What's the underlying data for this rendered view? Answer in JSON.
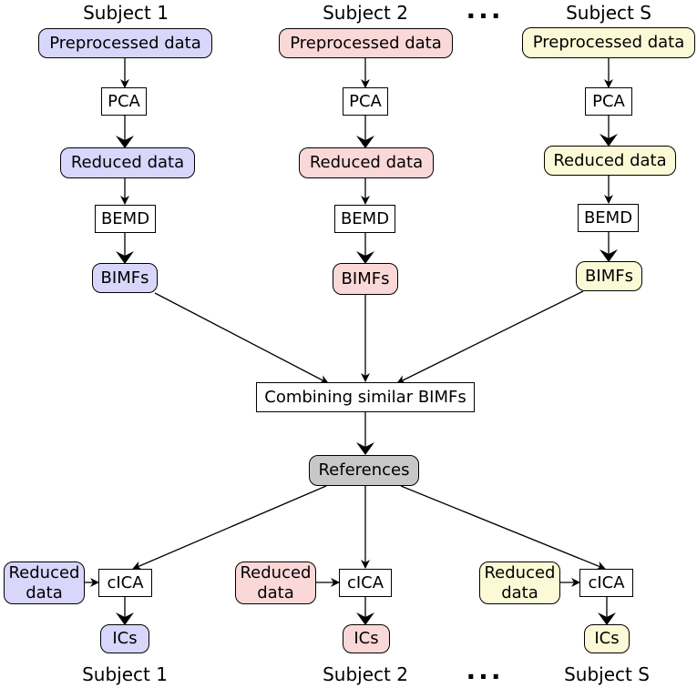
{
  "colors": {
    "subject1": "#d9d6fb",
    "subject2": "#fbd8d8",
    "subject3": "#fcfad6",
    "reference": "#c8c8c8",
    "stroke": "#000000"
  },
  "top_labels": [
    "Subject 1",
    "Subject 2",
    "Subject S"
  ],
  "bottom_labels": [
    "Subject 1",
    "Subject 2",
    "Subject S"
  ],
  "ellipsis": "...",
  "columns": [
    {
      "preprocessed": "Preprocessed data",
      "pca": "PCA",
      "reduced": "Reduced data",
      "bemd": "BEMD",
      "bimfs": "BIMFs"
    },
    {
      "preprocessed": "Preprocessed data",
      "pca": "PCA",
      "reduced": "Reduced data",
      "bemd": "BEMD",
      "bimfs": "BIMFs"
    },
    {
      "preprocessed": "Preprocessed data",
      "pca": "PCA",
      "reduced": "Reduced data",
      "bemd": "BEMD",
      "bimfs": "BIMFs"
    }
  ],
  "combine": "Combining similar BIMFs",
  "references": "References",
  "bottom": [
    {
      "reduced_line1": "Reduced",
      "reduced_line2": "data",
      "cica": "cICA",
      "ics": "ICs"
    },
    {
      "reduced_line1": "Reduced",
      "reduced_line2": "data",
      "cica": "cICA",
      "ics": "ICs"
    },
    {
      "reduced_line1": "Reduced",
      "reduced_line2": "data",
      "cica": "cICA",
      "ics": "ICs"
    }
  ]
}
